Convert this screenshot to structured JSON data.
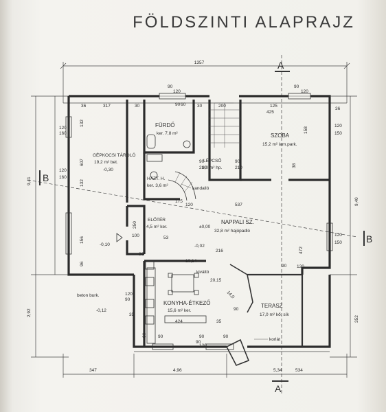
{
  "title": "FÖLDSZINTI ALAPRAJZ",
  "sections": {
    "a_top": "A",
    "a_bottom": "A",
    "b_left": "B",
    "b_right": "B"
  },
  "rooms": {
    "furdo": {
      "name": "FÜRDŐ",
      "sub": "ker. 7,8 m²"
    },
    "szoba": {
      "name": "SZOBA",
      "sub": "15,2 m² lam.park."
    },
    "gepkocsi": {
      "name": "GÉPKOCSI TÁROLÓ",
      "sub": "19,2 m² bet.",
      "level": "-0,30"
    },
    "lepcso": {
      "name": "LÉPCSŐ",
      "sub": "8,0 m² hp."
    },
    "haztart": {
      "name": "HÁZT. H.",
      "sub": "ker. 3,6 m²"
    },
    "nappali": {
      "name": "NAPPALI SZ.",
      "sub": "32,8 m² hajópadló"
    },
    "eloter": {
      "name": "ELŐTÉR",
      "sub": "4,5 m² ker."
    },
    "konyha": {
      "name": "KONYHA-ÉTKEZŐ",
      "sub": "15,6 m² ker."
    },
    "terasz": {
      "name": "TERASZ",
      "sub": "17,0 m² kő. sík"
    }
  },
  "notes": {
    "kandallo": "kandalló",
    "kivalto": "kiváltó",
    "beton": "beton burk.",
    "korlat": "korlát",
    "level_000": "±0,00",
    "level_010": "-0,10",
    "level_012": "-0,12",
    "level_002": "-0,02"
  },
  "dims": {
    "top_total": "1357",
    "top": [
      "36",
      "317",
      "30",
      "90",
      "120",
      "30",
      "200",
      "425",
      "90",
      "120",
      "36"
    ],
    "bottom_total": "534",
    "bottom": [
      "347",
      "4,96",
      "5,34"
    ],
    "left_total": "9,41",
    "left_b": "2,92",
    "left_small": [
      "120",
      "160",
      "120",
      "160",
      "132",
      "607",
      "132",
      "156",
      "96"
    ],
    "right_total": "9,40",
    "right": [
      "120",
      "150",
      "120",
      "150",
      "158",
      "352"
    ],
    "inner": [
      "537",
      "472",
      "216",
      "14,0",
      "90",
      "210",
      "90",
      "210",
      "38",
      "125",
      "90",
      "60",
      "90",
      "120",
      "175",
      "120",
      "250",
      "100",
      "53",
      "36",
      "19,14",
      "20,15",
      "120",
      "90",
      "90",
      "35",
      "424",
      "90",
      "35",
      "36",
      "90",
      "120",
      "90",
      "90"
    ]
  }
}
